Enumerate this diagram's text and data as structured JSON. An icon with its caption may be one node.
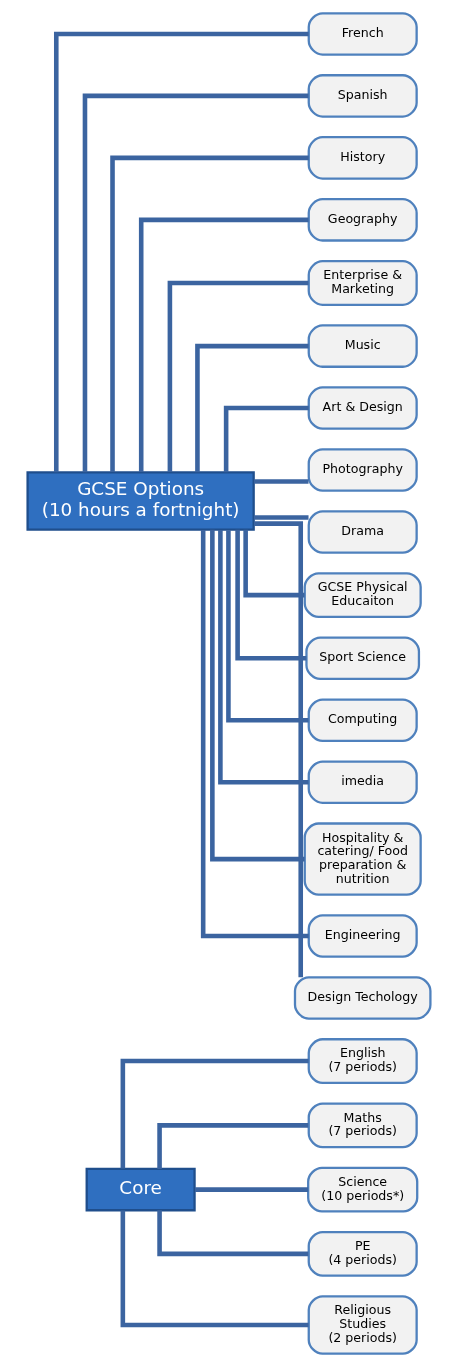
{
  "diagram": {
    "nodes": [
      {
        "text": [
          "Core"
        ]
      },
      {
        "text": [
          "English",
          "(7 periods)"
        ]
      },
      {
        "text": [
          "Maths",
          "(7 periods)"
        ]
      },
      {
        "text": [
          "Science",
          "(10 periods*)"
        ]
      },
      {
        "text": [
          "PE",
          "(4 periods)"
        ]
      },
      {
        "text": [
          "Religious Studies",
          "(2 periods)"
        ]
      },
      {
        "text": [
          "GCSE Options",
          "(10 hours a fortnight)"
        ]
      },
      {
        "text": [
          "French"
        ]
      },
      {
        "text": [
          "Spanish"
        ]
      },
      {
        "text": [
          "History"
        ]
      },
      {
        "text": [
          "Geography"
        ]
      },
      {
        "text": [
          "Enterprise & Marketing"
        ]
      },
      {
        "text": [
          "Music"
        ]
      },
      {
        "text": [
          "Art & Design"
        ]
      },
      {
        "text": [
          "Photography"
        ]
      },
      {
        "text": [
          "Drama"
        ]
      },
      {
        "text": [
          "GCSE Physical Educaiton"
        ]
      },
      {
        "text": [
          "Sport Science"
        ]
      },
      {
        "text": [
          "Computing"
        ]
      },
      {
        "text": [
          "imedia"
        ]
      },
      {
        "text": [
          "Hospitality & catering/ Food preparation & nutrition"
        ]
      },
      {
        "text": [
          "Engineering"
        ]
      },
      {
        "text": [
          "Design Techology"
        ]
      }
    ],
    "edges": [
      {
        "from": 0,
        "to": 1,
        "arrow": "none"
      },
      {
        "from": 0,
        "to": 2,
        "arrow": "none"
      },
      {
        "from": 0,
        "to": 3,
        "arrow": "none"
      },
      {
        "from": 0,
        "to": 4,
        "arrow": "none"
      },
      {
        "from": 0,
        "to": 5,
        "arrow": "none"
      },
      {
        "from": 6,
        "to": 7,
        "arrow": "none"
      },
      {
        "from": 6,
        "to": 8,
        "arrow": "none"
      },
      {
        "from": 6,
        "to": 9,
        "arrow": "none"
      },
      {
        "from": 6,
        "to": 10,
        "arrow": "none"
      },
      {
        "from": 6,
        "to": 11,
        "arrow": "none"
      },
      {
        "from": 6,
        "to": 12,
        "arrow": "none"
      },
      {
        "from": 6,
        "to": 13,
        "arrow": "none"
      },
      {
        "from": 6,
        "to": 14,
        "arrow": "none"
      },
      {
        "from": 6,
        "to": 15,
        "arrow": "none"
      },
      {
        "from": 6,
        "to": 16,
        "arrow": "none"
      },
      {
        "from": 6,
        "to": 17,
        "arrow": "none"
      },
      {
        "from": 6,
        "to": 18,
        "arrow": "none"
      },
      {
        "from": 6,
        "to": 19,
        "arrow": "none"
      },
      {
        "from": 6,
        "to": 20,
        "arrow": "none"
      },
      {
        "from": 6,
        "to": 21,
        "arrow": "none"
      },
      {
        "from": 6,
        "to": 22,
        "arrow": "none"
      }
    ]
  }
}
